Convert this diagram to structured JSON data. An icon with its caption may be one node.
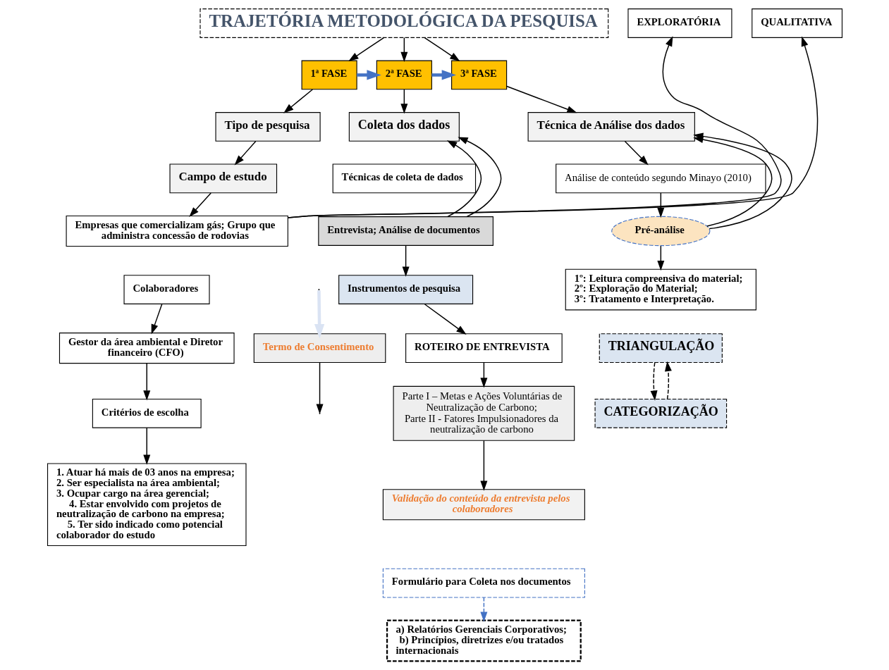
{
  "diagram": {
    "nodes": [
      {
        "text": [
          "TRAJETÓRIA METODOLÓGICA DA PESQUISA"
        ]
      },
      {
        "text": [
          "1ª FASE"
        ]
      },
      {
        "text": [
          "2ª FASE"
        ]
      },
      {
        "text": [
          "3ª FASE"
        ]
      },
      {
        "text": [
          "Tipo de pesquisa"
        ]
      },
      {
        "text": [
          "EXPLORATÓRIA"
        ]
      },
      {
        "text": [
          "QUALITATIVA"
        ]
      },
      {
        "text": [
          "Campo de estudo"
        ]
      },
      {
        "text": [
          "Empresas que comercializam gás; Grupo que administra concessão de rodovias"
        ]
      },
      {
        "text": [
          "Colaboradores"
        ]
      },
      {
        "text": [
          "Gestor da área ambiental e Diretor financeiro (CFO)"
        ]
      },
      {
        "text": [
          "Critérios de escolha"
        ]
      },
      {
        "text": [
          "1. Atuar há mais de 03 anos na empresa;",
          "2. Ser especialista na área ambiental;",
          "3. Ocupar cargo na área gerencial;",
          "4. Estar envolvido com projetos de neutralização de carbono na empresa;",
          "5. Ter sido indicado como potencial colaborador do estudo"
        ]
      },
      {
        "text": [
          "Coleta dos dados"
        ]
      },
      {
        "text": [
          "Técnicas de coleta de dados"
        ]
      },
      {
        "text": [
          "Entrevista; Análise de documentos"
        ]
      },
      {
        "text": [
          "Instrumentos de pesquisa"
        ]
      },
      {
        "text": [
          "Termo de Consentimento"
        ]
      },
      {
        "text": [
          "ROTEIRO DE ENTREVISTA"
        ]
      },
      {
        "text": [
          "Parte I – Metas e Ações Voluntárias de Neutralização de Carbono;",
          "Parte II - Fatores Impulsionadores da neutralização de carbono"
        ]
      },
      {
        "text": [
          "Validação do conteúdo da entrevista pelos colaboradores"
        ]
      },
      {
        "text": [
          "Formulário para Coleta nos documentos"
        ]
      },
      {
        "text": [
          "a) Relatórios Gerenciais Corporativos;",
          "b) Princípios, diretrizes e/ou tratados internacionais"
        ]
      },
      {
        "text": [
          "Técnica de Análise dos dados"
        ]
      },
      {
        "text": [
          "Análise de conteúdo segundo Minayo (2010)"
        ]
      },
      {
        "text": [
          "Pré-análise"
        ]
      },
      {
        "text": [
          "1º: Leitura compreensiva do material;",
          "2º: Exploração do Material;",
          "3º: Tratamento e Interpretação."
        ]
      },
      {
        "text": [
          "TRIANGULAÇÃO"
        ]
      },
      {
        "text": [
          "CATEGORIZAÇÃO"
        ]
      }
    ],
    "edges": [
      {
        "from": 0,
        "to": 1,
        "arrow": "to"
      },
      {
        "from": 0,
        "to": 2,
        "arrow": "to"
      },
      {
        "from": 0,
        "to": 3,
        "arrow": "to"
      },
      {
        "from": 1,
        "to": 2,
        "arrow": "to",
        "style": "thick",
        "color": "#4472c4"
      },
      {
        "from": 2,
        "to": 3,
        "arrow": "to",
        "style": "thick",
        "color": "#4472c4"
      },
      {
        "from": 1,
        "to": 4,
        "arrow": "to"
      },
      {
        "from": 4,
        "to": 7,
        "arrow": "to"
      },
      {
        "from": 7,
        "to": 8,
        "arrow": "to"
      },
      {
        "from": 8,
        "to": 5,
        "arrow": "to"
      },
      {
        "from": 8,
        "to": 6,
        "arrow": "to"
      },
      {
        "from": 9,
        "to": 10,
        "arrow": "to"
      },
      {
        "from": 10,
        "to": 11,
        "arrow": "to"
      },
      {
        "from": 11,
        "to": 12,
        "arrow": "to"
      },
      {
        "from": 2,
        "to": 13,
        "arrow": "to"
      },
      {
        "from": 15,
        "to": 13,
        "arrow": "to"
      },
      {
        "from": 15,
        "to": 13,
        "arrow": "to"
      },
      {
        "from": 15,
        "to": 16,
        "arrow": "to"
      },
      {
        "from": 16,
        "to": 18,
        "arrow": "to"
      },
      {
        "from": 18,
        "to": 19,
        "arrow": "to"
      },
      {
        "from": 19,
        "to": 20,
        "arrow": "to"
      },
      {
        "from": 17,
        "to": null,
        "arrow": "to"
      },
      {
        "from": null,
        "to": 17,
        "arrow": "to",
        "style": "thick",
        "color": "#dae3f3"
      },
      {
        "from": 21,
        "to": 22,
        "arrow": "to",
        "style": "dashed",
        "color": "#4472c4"
      },
      {
        "from": 3,
        "to": 23,
        "arrow": "to"
      },
      {
        "from": 23,
        "to": 24,
        "arrow": "to"
      },
      {
        "from": 24,
        "to": 25,
        "arrow": "to"
      },
      {
        "from": 25,
        "to": 23,
        "arrow": "to"
      },
      {
        "from": 25,
        "to": 23,
        "arrow": "to"
      },
      {
        "from": 25,
        "to": 26,
        "arrow": "to"
      },
      {
        "from": 27,
        "to": 28,
        "arrow": "to",
        "style": "dashed"
      },
      {
        "from": 28,
        "to": 27,
        "arrow": "to",
        "style": "dashed"
      }
    ]
  }
}
